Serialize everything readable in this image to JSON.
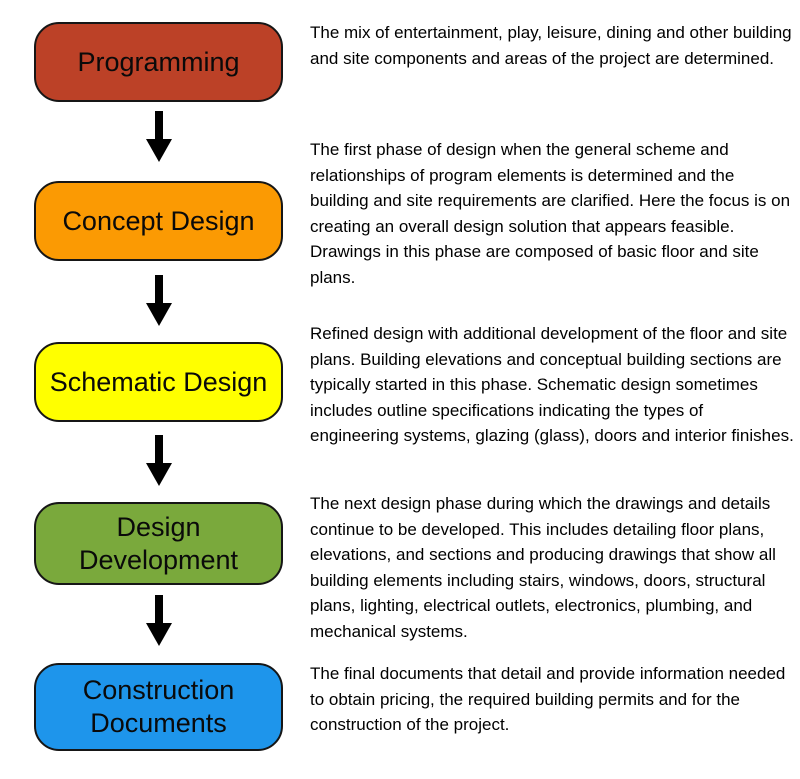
{
  "diagram": {
    "background_color": "#ffffff",
    "arrow_color": "#000000",
    "box_border_color": "#161616",
    "stages": [
      {
        "label": "Programming",
        "color": "#bc4127",
        "description": "The mix of entertainment, play, leisure, dining and other building and site components and areas of the project are determined."
      },
      {
        "label": "Concept Design",
        "color": "#fb9a03",
        "description": "The first phase of design when the general scheme and relationships of program elements is determined and the building and site requirements are clarified. Here the focus is on creating an overall design solution that appears feasible. Drawings in this phase are composed of basic floor and site plans."
      },
      {
        "label": "Schematic Design",
        "color": "#ffff00",
        "description": "Refined design with additional development of the floor and site plans. Building elevations and conceptual building sections are typically started in this phase. Schematic design sometimes includes outline specifications indicating the types of engineering systems, glazing (glass), doors and interior finishes."
      },
      {
        "label": "Design Development",
        "color": "#7aa93c",
        "description": "The next design phase during which the drawings and details continue to be developed. This includes detailing floor plans, elevations, and sections and producing drawings that show all building elements including stairs, windows, doors, structural plans, lighting, electrical outlets, electronics, plumbing, and mechanical systems."
      },
      {
        "label": "Construction Documents",
        "color": "#1e95eb",
        "description": "The final documents that detail and provide information needed to obtain pricing, the required building permits and for the construction of the project."
      }
    ]
  }
}
